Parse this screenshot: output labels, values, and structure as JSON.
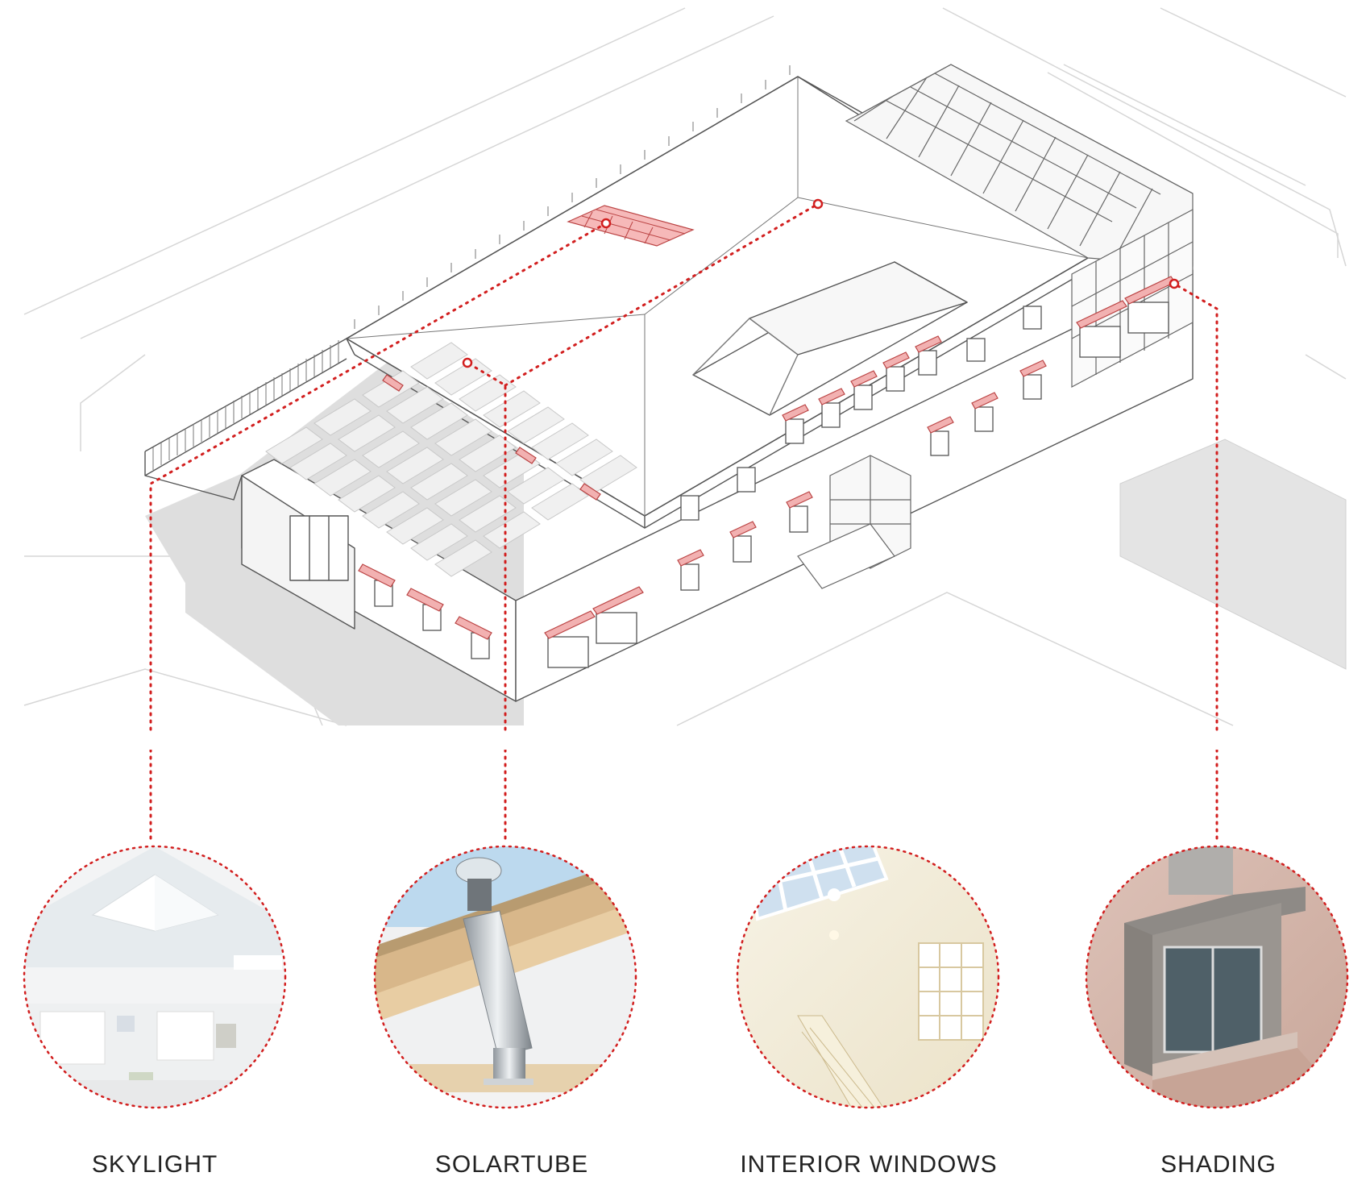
{
  "diagram": {
    "accent_color": "#d21f1f",
    "callouts": [
      {
        "label": "SKYLIGHT",
        "icon": "skylight-room-icon"
      },
      {
        "label": "SOLARTUBE",
        "icon": "solar-tube-icon"
      },
      {
        "label": "INTERIOR WINDOWS",
        "icon": "interior-windows-icon"
      },
      {
        "label": "SHADING",
        "icon": "window-shading-icon"
      }
    ]
  }
}
